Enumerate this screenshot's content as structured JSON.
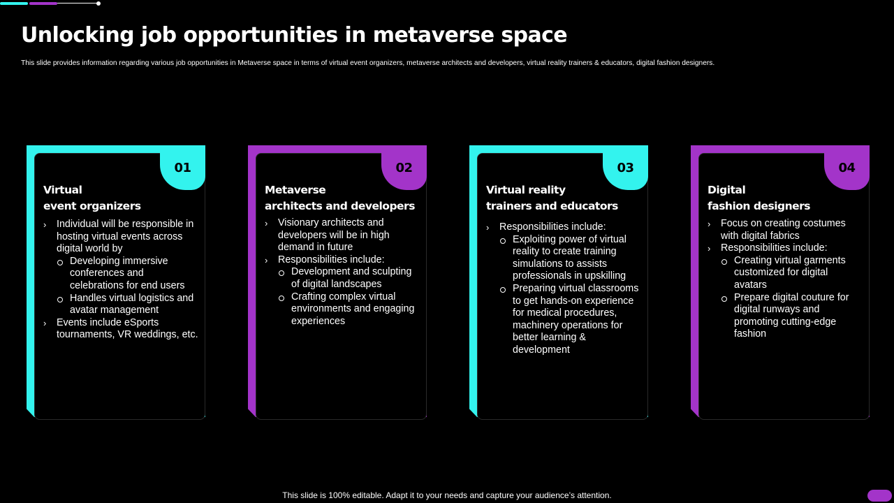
{
  "slide": {
    "title": "Unlocking job opportunities in metaverse space",
    "subtitle": "This slide provides information regarding various job opportunities in Metaverse space in terms of virtual event organizers, metaverse architects and developers, virtual reality trainers & educators, digital fashion designers.",
    "footer": "This slide is 100% editable. Adapt it to your needs and capture your audience’s attention."
  },
  "colors": {
    "cyan": "#33f3ee",
    "purple": "#a334c9",
    "background": "#000000"
  },
  "cards": [
    {
      "number": "01",
      "accent": "cyan",
      "title_line1": "Virtual",
      "title_line2": "event organizers",
      "bullets": [
        {
          "text": "Individual will be responsible in hosting virtual events across digital world by",
          "sub": [
            "Developing immersive conferences and celebrations for end users",
            "Handles virtual logistics and avatar management"
          ]
        },
        {
          "text": "Events include eSports tournaments, VR weddings, etc.",
          "sub": []
        }
      ]
    },
    {
      "number": "02",
      "accent": "purple",
      "title_line1": "Metaverse",
      "title_line2": "architects and developers",
      "bullets": [
        {
          "text": "Visionary architects and developers will be in high demand in future",
          "sub": []
        },
        {
          "text": "Responsibilities include:",
          "sub": [
            "Development and sculpting of digital landscapes",
            "Crafting complex virtual environments and engaging experiences"
          ]
        }
      ]
    },
    {
      "number": "03",
      "accent": "cyan",
      "title_line1": "Virtual reality",
      "title_line2": "trainers and educators",
      "bullets": [
        {
          "text": "Responsibilities include:",
          "sub": [
            "Exploiting power of virtual reality to create training simulations to assists professionals in upskilling",
            "Preparing virtual classrooms to get hands-on experience for medical procedures, machinery operations for better learning & development"
          ]
        }
      ]
    },
    {
      "number": "04",
      "accent": "purple",
      "title_line1": "Digital",
      "title_line2": "fashion designers",
      "bullets": [
        {
          "text": "Focus on creating costumes with digital fabrics",
          "sub": []
        },
        {
          "text": "Responsibilities include:",
          "sub": [
            "Creating virtual garments customized for digital avatars",
            "Prepare digital couture for digital runways and promoting cutting-edge fashion"
          ]
        }
      ]
    }
  ]
}
